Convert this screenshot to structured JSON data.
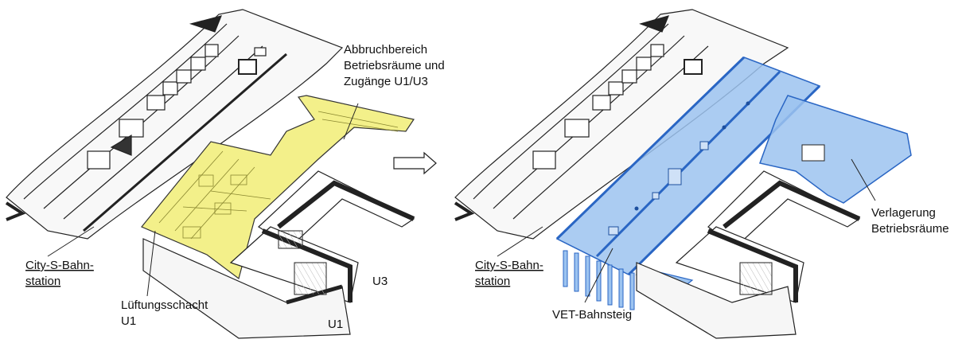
{
  "left_panel": {
    "labels": {
      "demolition": [
        "Abbruchbereich",
        "Betriebsräume und",
        "Zugänge U1/U3"
      ],
      "city_station": [
        "City-S-Bahn-",
        "station"
      ],
      "ventilation": [
        "Lüftungsschacht",
        "U1"
      ],
      "u3": "U3",
      "u1": "U1"
    },
    "highlight_color": "#f3f08a"
  },
  "right_panel": {
    "labels": {
      "relocation": [
        "Verlagerung",
        "Betriebsräume"
      ],
      "city_station": [
        "City-S-Bahn-",
        "station"
      ],
      "platform": "VET-Bahnsteig"
    },
    "highlight_color": "#9cc3f0"
  },
  "arrow": {
    "icon": "right-arrow-icon"
  }
}
